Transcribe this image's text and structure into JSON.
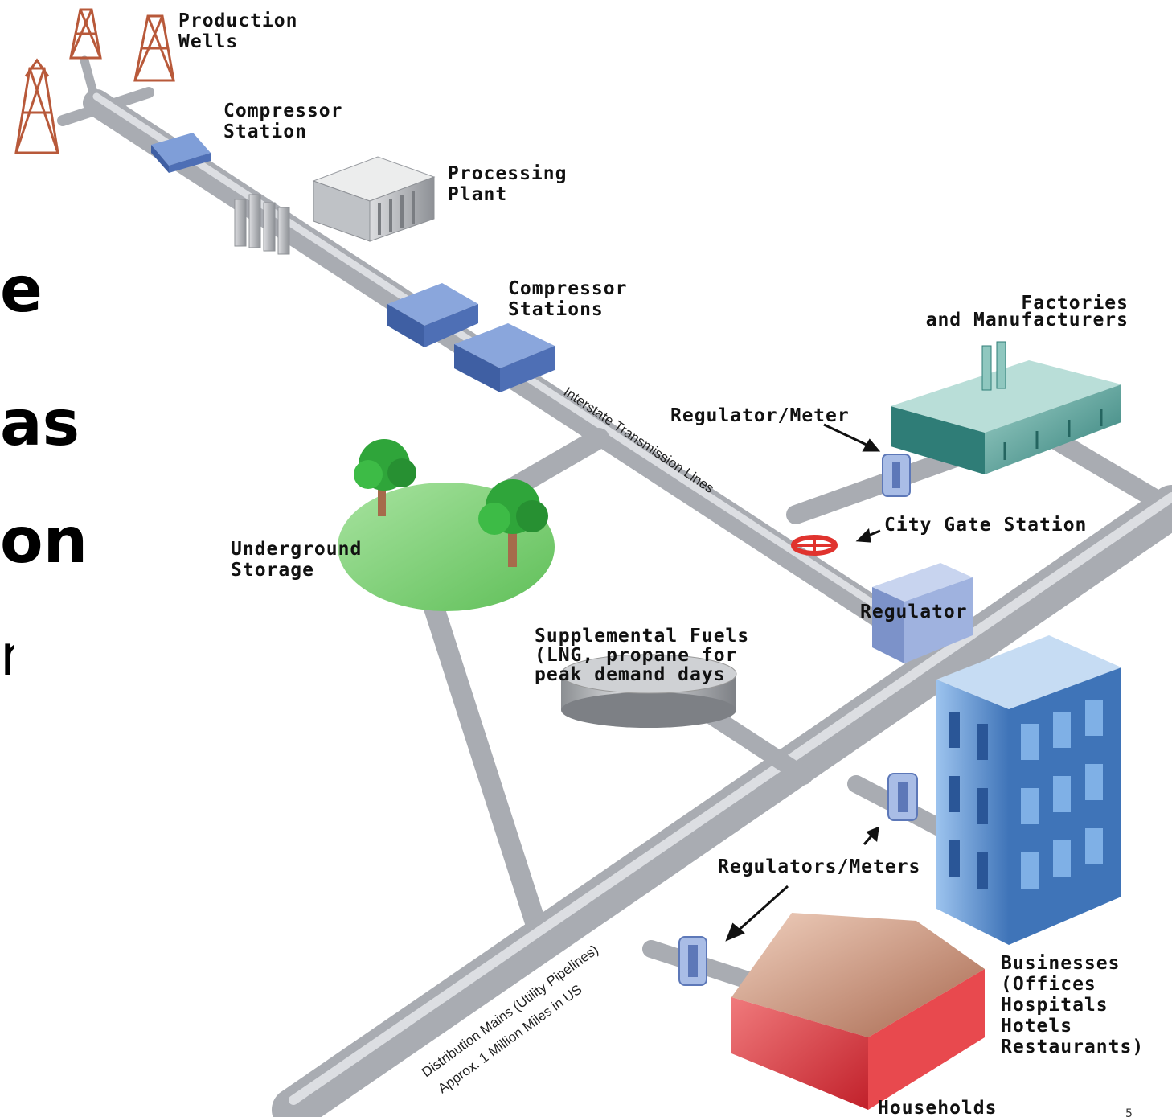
{
  "slide_text": {
    "line1": "e",
    "line2": "as",
    "line3": "on",
    "line4": "n"
  },
  "labels": {
    "production_wells": [
      "Production",
      "Wells"
    ],
    "compressor_station": [
      "Compressor",
      "Station"
    ],
    "processing_plant": [
      "Processing",
      "Plant"
    ],
    "compressor_stations": [
      "Compressor",
      "Stations"
    ],
    "factories": [
      "Factories",
      "and Manufacturers"
    ],
    "regulator_meter": "Regulator/Meter",
    "city_gate_station": "City Gate Station",
    "underground_storage": [
      "Underground",
      "Storage"
    ],
    "regulator": "Regulator",
    "supplemental_fuels": [
      "Supplemental Fuels",
      "(LNG, propane for",
      "peak demand days"
    ],
    "regulators_meters": "Regulators/Meters",
    "businesses": [
      "Businesses",
      "(Offices",
      "Hospitals",
      "Hotels",
      "Restaurants)"
    ],
    "households": "Households",
    "transmission_lines": "Interstate Transmission Lines",
    "distribution_mains": [
      "Distribution Mains (Utility Pipelines)",
      "Approx. 1 Million Miles in US"
    ]
  },
  "page_number": "5",
  "colors": {
    "pipe": "#a9acb2",
    "pipe_highlight": "#dcdee2",
    "compressor_blue": "#4e6fb5",
    "factory_teal": "#3d8f88",
    "storage_green": "#7fcf79",
    "tree_green": "#2fa53a",
    "valve_red": "#e0332e",
    "building_blue": "#5e90cc",
    "house_red": "#d9353a",
    "house_roof": "#c99177"
  }
}
